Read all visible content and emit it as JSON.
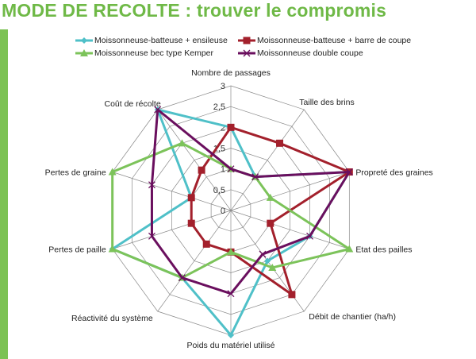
{
  "title": "MODE DE RECOLTE : trouver le compromis",
  "chart_data": {
    "type": "radar",
    "title": "MODE DE RECOLTE : trouver le compromis",
    "axes": [
      "Nombre de passages",
      "Taille des brins",
      "Propreté des graines",
      "Etat des pailles",
      "Débit de chantier (ha/h)",
      "Poids du matériel utilisé",
      "Réactivité du système",
      "Pertes de paille",
      "Pertes de graine",
      "Coût de récolte"
    ],
    "rlim": [
      0,
      3
    ],
    "ticks": [
      "0",
      "0,5",
      "1",
      "1,5",
      "2",
      "2,5",
      "3"
    ],
    "tick_values": [
      0,
      0.5,
      1,
      1.5,
      2,
      2.5,
      3
    ],
    "grid": true,
    "legend_position": "top",
    "series": [
      {
        "name": "Moissonneuse-batteuse + ensileuse",
        "color": "#4fc0c8",
        "marker": "diamond",
        "values": [
          2,
          1,
          3,
          2,
          1.5,
          3,
          2,
          3,
          1,
          3
        ]
      },
      {
        "name": "Moissonneuse-batteuse + barre de coupe",
        "color": "#a3202c",
        "marker": "square",
        "values": [
          2,
          2,
          3,
          1,
          2.5,
          1,
          1,
          1,
          1,
          1.2
        ]
      },
      {
        "name": "Moissonneuse bec type Kemper",
        "color": "#7cc35a",
        "marker": "triangle",
        "values": [
          1,
          1,
          1,
          3,
          1.7,
          1,
          2,
          3,
          3,
          2
        ]
      },
      {
        "name": "Moissonneuse double coupe",
        "color": "#6a0f5e",
        "marker": "x",
        "values": [
          1,
          1,
          3,
          2,
          1.3,
          2,
          2,
          2,
          2,
          3
        ]
      }
    ]
  }
}
